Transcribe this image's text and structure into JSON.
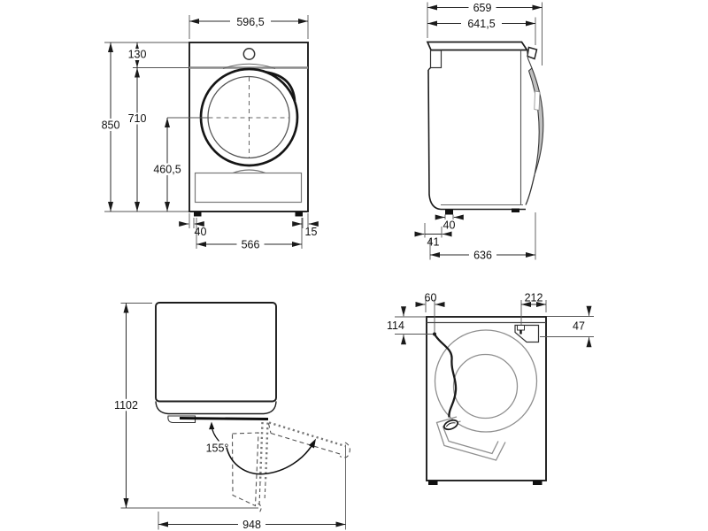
{
  "drawing": {
    "front": {
      "width_top": "596,5",
      "panel": "130",
      "height": "850",
      "body": "710",
      "door_center": "460,5",
      "foot_left": "40",
      "foot_right": "15",
      "feet_span": "566"
    },
    "side": {
      "depth_total": "659",
      "depth_door": "641,5",
      "foot": "40",
      "back_offset": "41",
      "base": "636"
    },
    "door_swing": {
      "depth_open": "1102",
      "angle": "155°",
      "width_open": "948"
    },
    "rear": {
      "cord_left": "60",
      "inlet_right": "212",
      "cord_top": "114",
      "inlet_top": "47"
    }
  }
}
